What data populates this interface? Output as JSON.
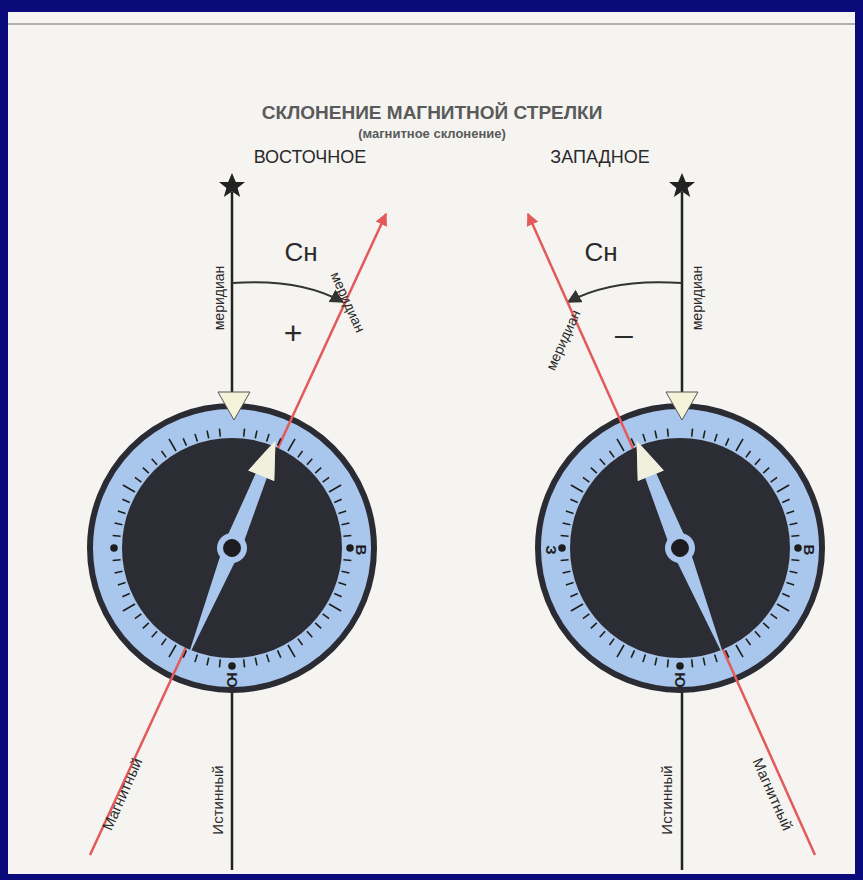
{
  "diagram": {
    "title": "СКЛОНЕНИЕ МАГНИТНОЙ СТРЕЛКИ",
    "labels": [
      "(магнитное склонение)",
      "ВОСТОЧНОЕ",
      "ЗАПАДНОЕ",
      "Сн",
      "+",
      "меридиан",
      "меридиан",
      "Сн",
      "–",
      "меридиан",
      "меридиан",
      "В",
      "Ю",
      "З",
      "В",
      "Ю",
      "Магнитный",
      "Истинный",
      "Истинный",
      "Магнитный"
    ]
  }
}
